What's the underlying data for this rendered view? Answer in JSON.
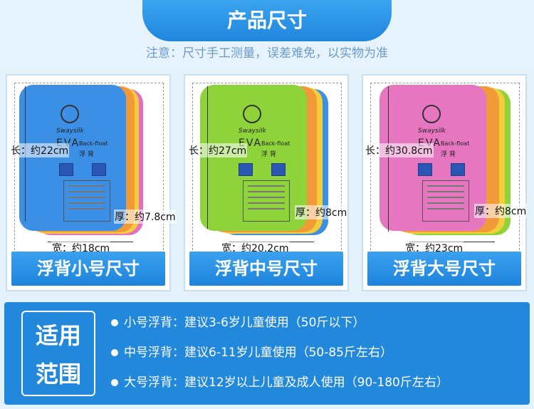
{
  "header": {
    "title": "产品尺寸",
    "note": "注意：尺寸手工测量，误差难免，以实物为准"
  },
  "products": [
    {
      "label": "浮背小号尺寸",
      "length": "长：约22cm",
      "thickness": "厚：约7.8cm",
      "width": "宽：约18cm",
      "color": "#3b8fe4",
      "brand": "Swaysilk",
      "eva": "EVA",
      "eva_sub": "Back-float",
      "eva_cn": "浮 背"
    },
    {
      "label": "浮背中号尺寸",
      "length": "长：约27cm",
      "thickness": "厚：约8cm",
      "width": "宽：约20.2cm",
      "color": "#8fd33a",
      "brand": "Swaysilk",
      "eva": "EVA",
      "eva_sub": "Back-float",
      "eva_cn": "浮 背"
    },
    {
      "label": "浮背大号尺寸",
      "length": "长：约30.8cm",
      "thickness": "厚：约8cm",
      "width": "宽：约23cm",
      "color": "#e676bf",
      "brand": "Swaysilk",
      "eva": "EVA",
      "eva_sub": "Back-float",
      "eva_cn": "浮 背"
    }
  ],
  "scope": {
    "heading_line1": "适用",
    "heading_line2": "范围",
    "items": [
      "小号浮背：建议3-6岁儿童使用（50斤以下）",
      "中号浮背：建议6-11岁儿童使用（50-85斤左右）",
      "大号浮背：建议12岁以上儿童及成人使用（90-180斤左右）"
    ]
  }
}
